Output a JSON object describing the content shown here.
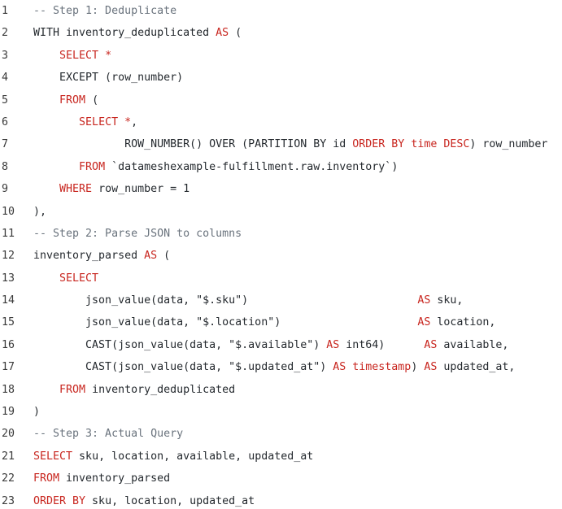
{
  "colors": {
    "keyword": "#c8261f",
    "comment": "#6a737d",
    "plain": "#24292e",
    "line_number": "#3a3a3a",
    "background": "#ffffff"
  },
  "lines": [
    {
      "n": "1",
      "tokens": [
        {
          "t": "com",
          "v": "-- Step 1: Deduplicate"
        }
      ]
    },
    {
      "n": "2",
      "tokens": [
        {
          "t": "pl",
          "v": "WITH inventory_deduplicated "
        },
        {
          "t": "kw",
          "v": "AS"
        },
        {
          "t": "pl",
          "v": " ("
        }
      ]
    },
    {
      "n": "3",
      "tokens": [
        {
          "t": "pl",
          "v": "    "
        },
        {
          "t": "kw",
          "v": "SELECT *"
        }
      ]
    },
    {
      "n": "4",
      "tokens": [
        {
          "t": "pl",
          "v": "    EXCEPT (row_number)"
        }
      ]
    },
    {
      "n": "5",
      "tokens": [
        {
          "t": "pl",
          "v": "    "
        },
        {
          "t": "kw",
          "v": "FROM"
        },
        {
          "t": "pl",
          "v": " ("
        }
      ]
    },
    {
      "n": "6",
      "tokens": [
        {
          "t": "pl",
          "v": "       "
        },
        {
          "t": "kw",
          "v": "SELECT *"
        },
        {
          "t": "pl",
          "v": ","
        }
      ]
    },
    {
      "n": "7",
      "tokens": [
        {
          "t": "pl",
          "v": "              ROW_NUMBER() OVER (PARTITION BY id "
        },
        {
          "t": "kw",
          "v": "ORDER BY time DESC"
        },
        {
          "t": "pl",
          "v": ") row_number"
        }
      ]
    },
    {
      "n": "8",
      "tokens": [
        {
          "t": "pl",
          "v": "       "
        },
        {
          "t": "kw",
          "v": "FROM"
        },
        {
          "t": "pl",
          "v": " `datameshexample-fulfillment.raw.inventory`)"
        }
      ]
    },
    {
      "n": "9",
      "tokens": [
        {
          "t": "pl",
          "v": "    "
        },
        {
          "t": "kw",
          "v": "WHERE"
        },
        {
          "t": "pl",
          "v": " row_number = 1"
        }
      ]
    },
    {
      "n": "10",
      "tokens": [
        {
          "t": "pl",
          "v": "),"
        }
      ]
    },
    {
      "n": "11",
      "tokens": [
        {
          "t": "com",
          "v": "-- Step 2: Parse JSON to columns"
        }
      ]
    },
    {
      "n": "12",
      "tokens": [
        {
          "t": "pl",
          "v": "inventory_parsed "
        },
        {
          "t": "kw",
          "v": "AS"
        },
        {
          "t": "pl",
          "v": " ("
        }
      ]
    },
    {
      "n": "13",
      "tokens": [
        {
          "t": "pl",
          "v": "    "
        },
        {
          "t": "kw",
          "v": "SELECT"
        }
      ]
    },
    {
      "n": "14",
      "tokens": [
        {
          "t": "pl",
          "v": "        json_value(data, \"$.sku\")                          "
        },
        {
          "t": "kw",
          "v": "AS"
        },
        {
          "t": "pl",
          "v": " sku,"
        }
      ]
    },
    {
      "n": "15",
      "tokens": [
        {
          "t": "pl",
          "v": "        json_value(data, \"$.location\")                     "
        },
        {
          "t": "kw",
          "v": "AS"
        },
        {
          "t": "pl",
          "v": " location,"
        }
      ]
    },
    {
      "n": "16",
      "tokens": [
        {
          "t": "pl",
          "v": "        CAST(json_value(data, \"$.available\") "
        },
        {
          "t": "kw",
          "v": "AS"
        },
        {
          "t": "pl",
          "v": " int64)      "
        },
        {
          "t": "kw",
          "v": "AS"
        },
        {
          "t": "pl",
          "v": " available,"
        }
      ]
    },
    {
      "n": "17",
      "tokens": [
        {
          "t": "pl",
          "v": "        CAST(json_value(data, \"$.updated_at\") "
        },
        {
          "t": "kw",
          "v": "AS timestamp"
        },
        {
          "t": "pl",
          "v": ") "
        },
        {
          "t": "kw",
          "v": "AS"
        },
        {
          "t": "pl",
          "v": " updated_at,"
        }
      ]
    },
    {
      "n": "18",
      "tokens": [
        {
          "t": "pl",
          "v": "    "
        },
        {
          "t": "kw",
          "v": "FROM"
        },
        {
          "t": "pl",
          "v": " inventory_deduplicated"
        }
      ]
    },
    {
      "n": "19",
      "tokens": [
        {
          "t": "pl",
          "v": ")"
        }
      ]
    },
    {
      "n": "20",
      "tokens": [
        {
          "t": "com",
          "v": "-- Step 3: Actual Query"
        }
      ]
    },
    {
      "n": "21",
      "tokens": [
        {
          "t": "kw",
          "v": "SELECT"
        },
        {
          "t": "pl",
          "v": " sku, location, available, updated_at"
        }
      ]
    },
    {
      "n": "22",
      "tokens": [
        {
          "t": "kw",
          "v": "FROM"
        },
        {
          "t": "pl",
          "v": " inventory_parsed"
        }
      ]
    },
    {
      "n": "23",
      "tokens": [
        {
          "t": "kw",
          "v": "ORDER BY"
        },
        {
          "t": "pl",
          "v": " sku, location, updated_at"
        }
      ]
    }
  ]
}
